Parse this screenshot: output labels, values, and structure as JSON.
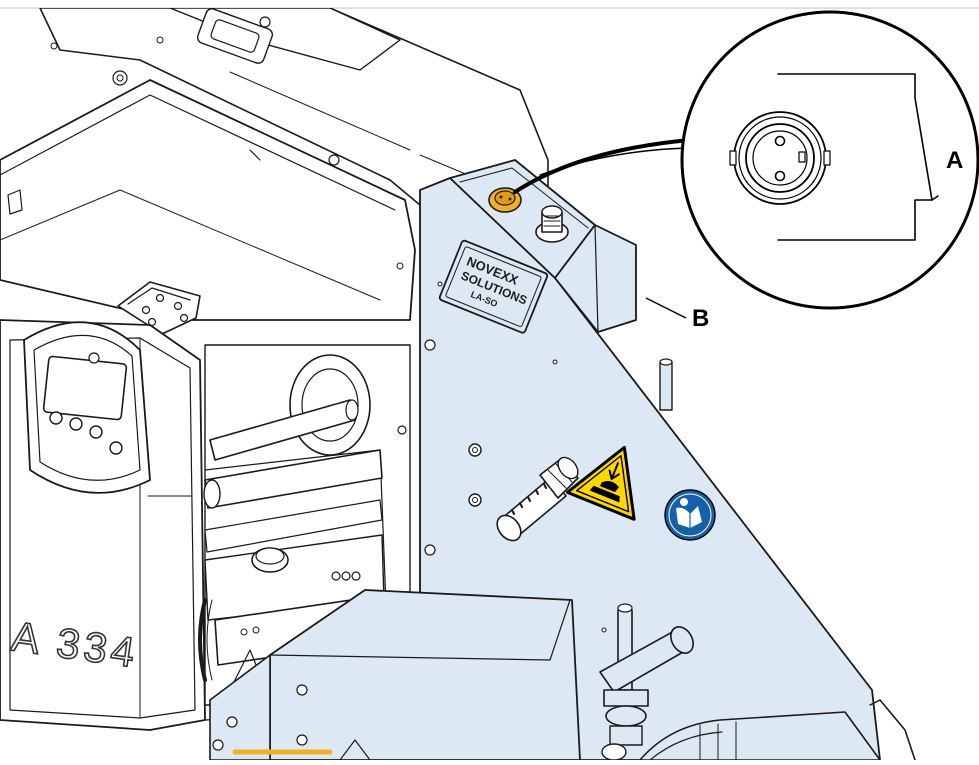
{
  "callouts": {
    "a": "A",
    "b": "B"
  },
  "label_plate": {
    "line1": "NOVEXX",
    "line2": "SOLUTIONS",
    "line3": "LA-SO"
  },
  "printer": {
    "model_text": "A 334"
  },
  "colors": {
    "panel_fill": "#dde8f5",
    "housing_fill": "#ffffff",
    "outline": "#1a1a1a",
    "connector_yellow": "#f2b027",
    "warning_yellow": "#ffd700",
    "mandatory_blue": "#1560a8"
  },
  "symbols": {
    "warning": "hand-crush-warning-icon",
    "mandatory": "read-manual-icon"
  }
}
